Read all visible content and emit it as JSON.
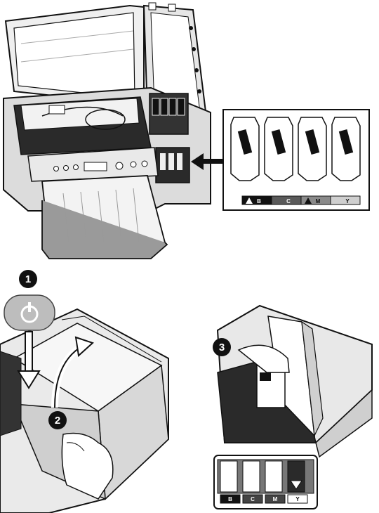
{
  "colors": {
    "ink": "#111111",
    "paper": "#ffffff",
    "printer_body": "#dcdcdc",
    "printer_shadow": "#8a8a8a",
    "step_badge": "#111111"
  },
  "inset": {
    "slots": [
      {
        "key": "black",
        "label": "B",
        "fill": "#111111",
        "text": "#ffffff",
        "arrow": true
      },
      {
        "key": "cyan",
        "label": "C",
        "fill": "#5a5a5a",
        "text": "#ffffff",
        "arrow": false
      },
      {
        "key": "magenta",
        "label": "M",
        "fill": "#8a8a8a",
        "text": "#111111",
        "arrow": true
      },
      {
        "key": "yellow",
        "label": "Y",
        "fill": "#cfcfcf",
        "text": "#111111",
        "arrow": false
      }
    ]
  },
  "steps": {
    "one": "1",
    "two": "2",
    "three": "3"
  },
  "bottom_inset": {
    "labels": [
      "B",
      "C",
      "M",
      "Y"
    ]
  },
  "icons": [
    "power-icon",
    "down-arrow-icon",
    "curved-arrow-icon",
    "right-arrow-icon",
    "hand-icon"
  ]
}
